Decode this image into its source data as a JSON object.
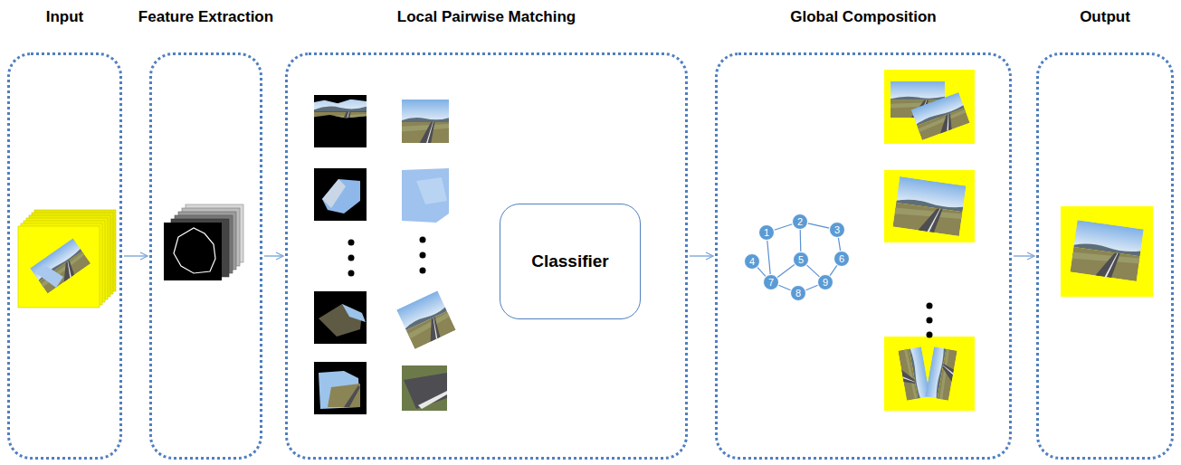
{
  "diagram": {
    "nodes": [
      {
        "text": [
          "Input"
        ]
      },
      {
        "text": [
          "Feature Extraction"
        ]
      },
      {
        "text": [
          "Local Pairwise Matching"
        ]
      },
      {
        "text": [
          "Classifier"
        ],
        "in": 2
      },
      {
        "text": [
          "Global Composition"
        ]
      },
      {
        "text": [
          "1"
        ],
        "in": 4
      },
      {
        "text": [
          "2"
        ],
        "in": 4
      },
      {
        "text": [
          "3"
        ],
        "in": 4
      },
      {
        "text": [
          "4"
        ],
        "in": 4
      },
      {
        "text": [
          "5"
        ],
        "in": 4
      },
      {
        "text": [
          "6"
        ],
        "in": 4
      },
      {
        "text": [
          "7"
        ],
        "in": 4
      },
      {
        "text": [
          "8"
        ],
        "in": 4
      },
      {
        "text": [
          "9"
        ],
        "in": 4
      },
      {
        "text": [
          "Output"
        ]
      }
    ],
    "edges": [
      {
        "from": 0,
        "to": 1,
        "arrow": "to"
      },
      {
        "from": 1,
        "to": 2,
        "arrow": "to"
      },
      {
        "from": 2,
        "to": 4,
        "arrow": "to"
      },
      {
        "from": 4,
        "to": 14,
        "arrow": "to"
      },
      {
        "from": 5,
        "to": 6,
        "arrow": "none"
      },
      {
        "from": 6,
        "to": 7,
        "arrow": "none"
      },
      {
        "from": 6,
        "to": 9,
        "arrow": "none"
      },
      {
        "from": 5,
        "to": 11,
        "arrow": "none"
      },
      {
        "from": 8,
        "to": 11,
        "arrow": "none"
      },
      {
        "from": 7,
        "to": 10,
        "arrow": "none"
      },
      {
        "from": 10,
        "to": 13,
        "arrow": "none"
      },
      {
        "from": 9,
        "to": 13,
        "arrow": "none"
      },
      {
        "from": 11,
        "to": 12,
        "arrow": "none"
      },
      {
        "from": 12,
        "to": 13,
        "arrow": "none"
      },
      {
        "from": 9,
        "to": 11,
        "arrow": "none"
      }
    ]
  }
}
